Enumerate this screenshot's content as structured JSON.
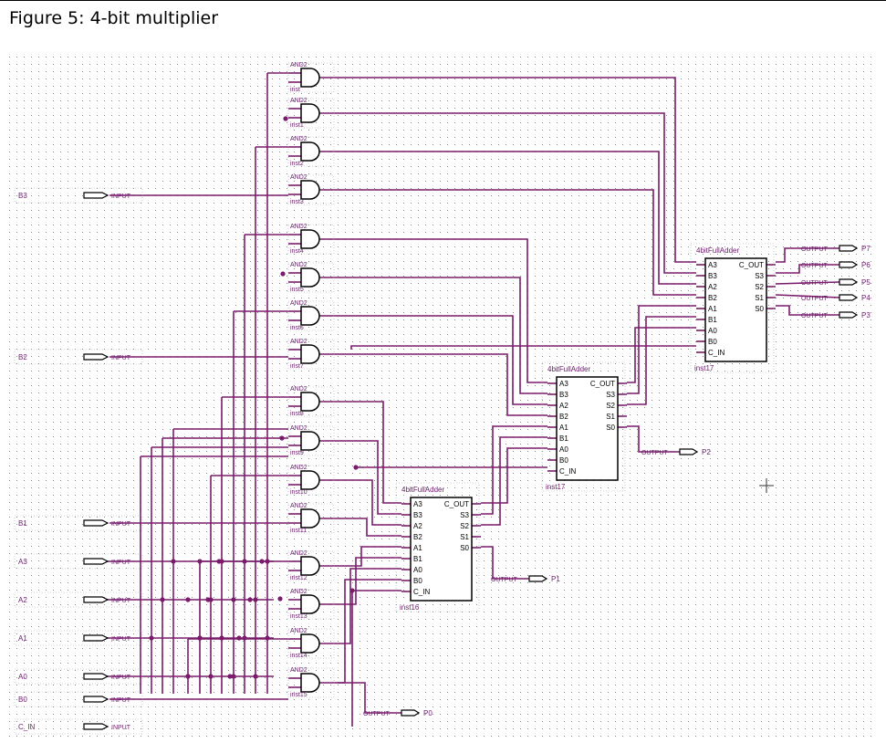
{
  "title": "Figure 5: 4-bit multiplier",
  "colors": {
    "wire": "#7a1c6b",
    "symbol": "#000000",
    "label": "#6b1a6b",
    "grid": "#8a8a8a"
  },
  "gate_type": "AND2",
  "gate_names": [
    "inst",
    "inst1",
    "inst2",
    "inst3",
    "inst4",
    "inst5",
    "inst6",
    "inst7",
    "inst8",
    "inst9",
    "inst10",
    "inst11",
    "inst12",
    "inst13",
    "inst14",
    "inst15"
  ],
  "inputs": [
    "B3",
    "B2",
    "B1",
    "A3",
    "A2",
    "A1",
    "A0",
    "B0",
    "C_IN"
  ],
  "input_pin_type": "INPUT",
  "outputs": [
    "P7",
    "P6",
    "P5",
    "P4",
    "P3",
    "P2",
    "P1",
    "P0"
  ],
  "output_pin_type": "OUTPUT",
  "adders": [
    {
      "type": "4bitFullAdder",
      "instance": "inst16",
      "in_ports": [
        "A3",
        "B3",
        "A2",
        "B2",
        "A1",
        "B1",
        "A0",
        "B0",
        "C_IN"
      ],
      "out_ports": [
        "C_OUT",
        "S3",
        "S2",
        "S1",
        "S0"
      ]
    },
    {
      "type": "4bitFullAdder",
      "instance": "inst17",
      "in_ports": [
        "A3",
        "B3",
        "A2",
        "B2",
        "A1",
        "B1",
        "A0",
        "B0",
        "C_IN"
      ],
      "out_ports": [
        "C_OUT",
        "S3",
        "S2",
        "S1",
        "S0"
      ]
    },
    {
      "type": "4bitFullAdder",
      "instance": "inst17",
      "in_ports": [
        "A3",
        "B3",
        "A2",
        "B2",
        "A1",
        "B1",
        "A0",
        "B0",
        "C_IN"
      ],
      "out_ports": [
        "C_OUT",
        "S3",
        "S2",
        "S1",
        "S0"
      ]
    }
  ]
}
